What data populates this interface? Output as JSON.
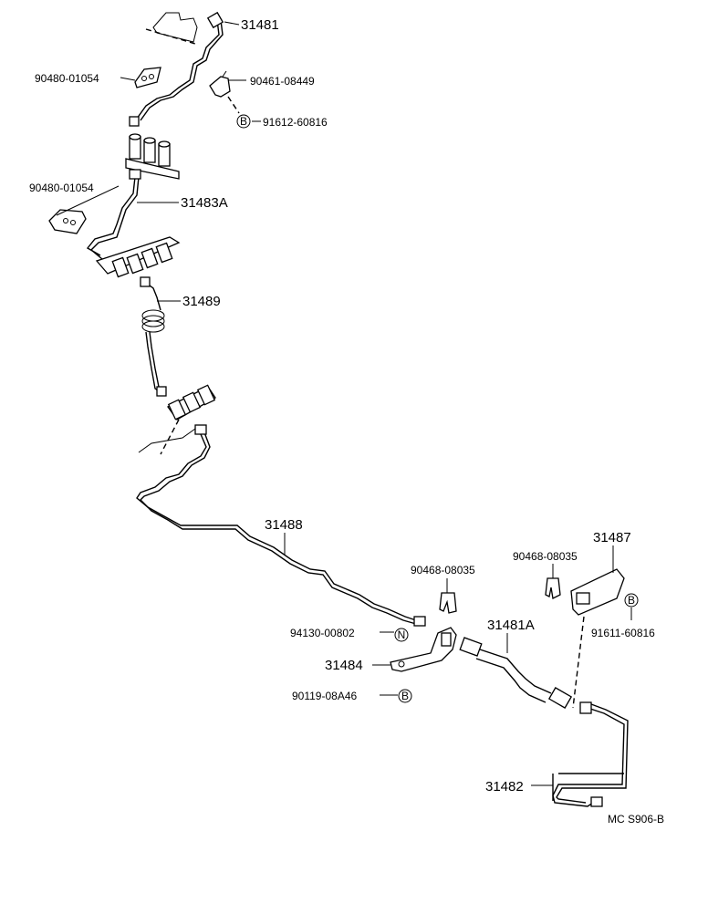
{
  "callouts": {
    "p31481": "31481",
    "p90480a": "90480-01054",
    "p90461": "90461-08449",
    "p91612": "91612-60816",
    "p90480b": "90480-01054",
    "p31483A": "31483A",
    "p31489": "31489",
    "p31488": "31488",
    "p90468a": "90468-08035",
    "p90468b": "90468-08035",
    "p31487": "31487",
    "p94130": "94130-00802",
    "p31481A": "31481A",
    "p91611": "91611-60816",
    "p31484": "31484",
    "p90119": "90119-08A46",
    "p31482": "31482"
  },
  "markers": {
    "b1": "B",
    "n1": "N",
    "b2": "B",
    "b3": "B"
  },
  "footer": {
    "code": "MC S906-B"
  }
}
